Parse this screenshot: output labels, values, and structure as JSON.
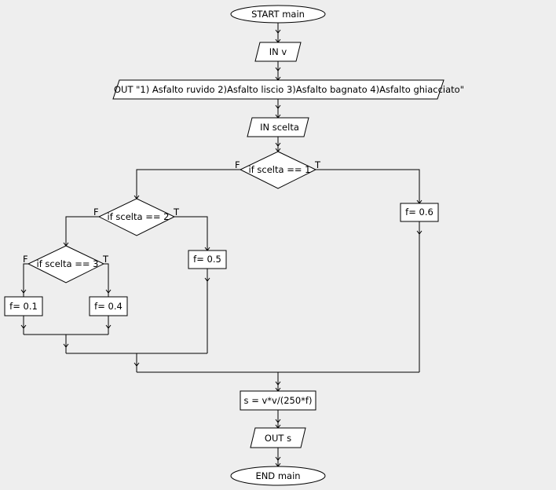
{
  "flowchart": {
    "start_label": "START main",
    "input_v": "IN v",
    "output_menu": "OUT \"1) Asfalto ruvido 2)Asfalto liscio 3)Asfalto bagnato 4)Asfalto ghiacciato\"",
    "input_scelta": "IN scelta",
    "decision1": {
      "label": "if scelta == 1",
      "false_label": "F",
      "true_label": "T"
    },
    "decision2": {
      "label": "if scelta == 2",
      "false_label": "F",
      "true_label": "T"
    },
    "decision3": {
      "label": "if scelta == 3",
      "false_label": "F",
      "true_label": "T"
    },
    "assign_f06": "f= 0.6",
    "assign_f05": "f= 0.5",
    "assign_f01": "f= 0.1",
    "assign_f04": "f= 0.4",
    "assign_s": "s = v*v/(250*f)",
    "output_s": "OUT s",
    "end_label": "END main"
  }
}
